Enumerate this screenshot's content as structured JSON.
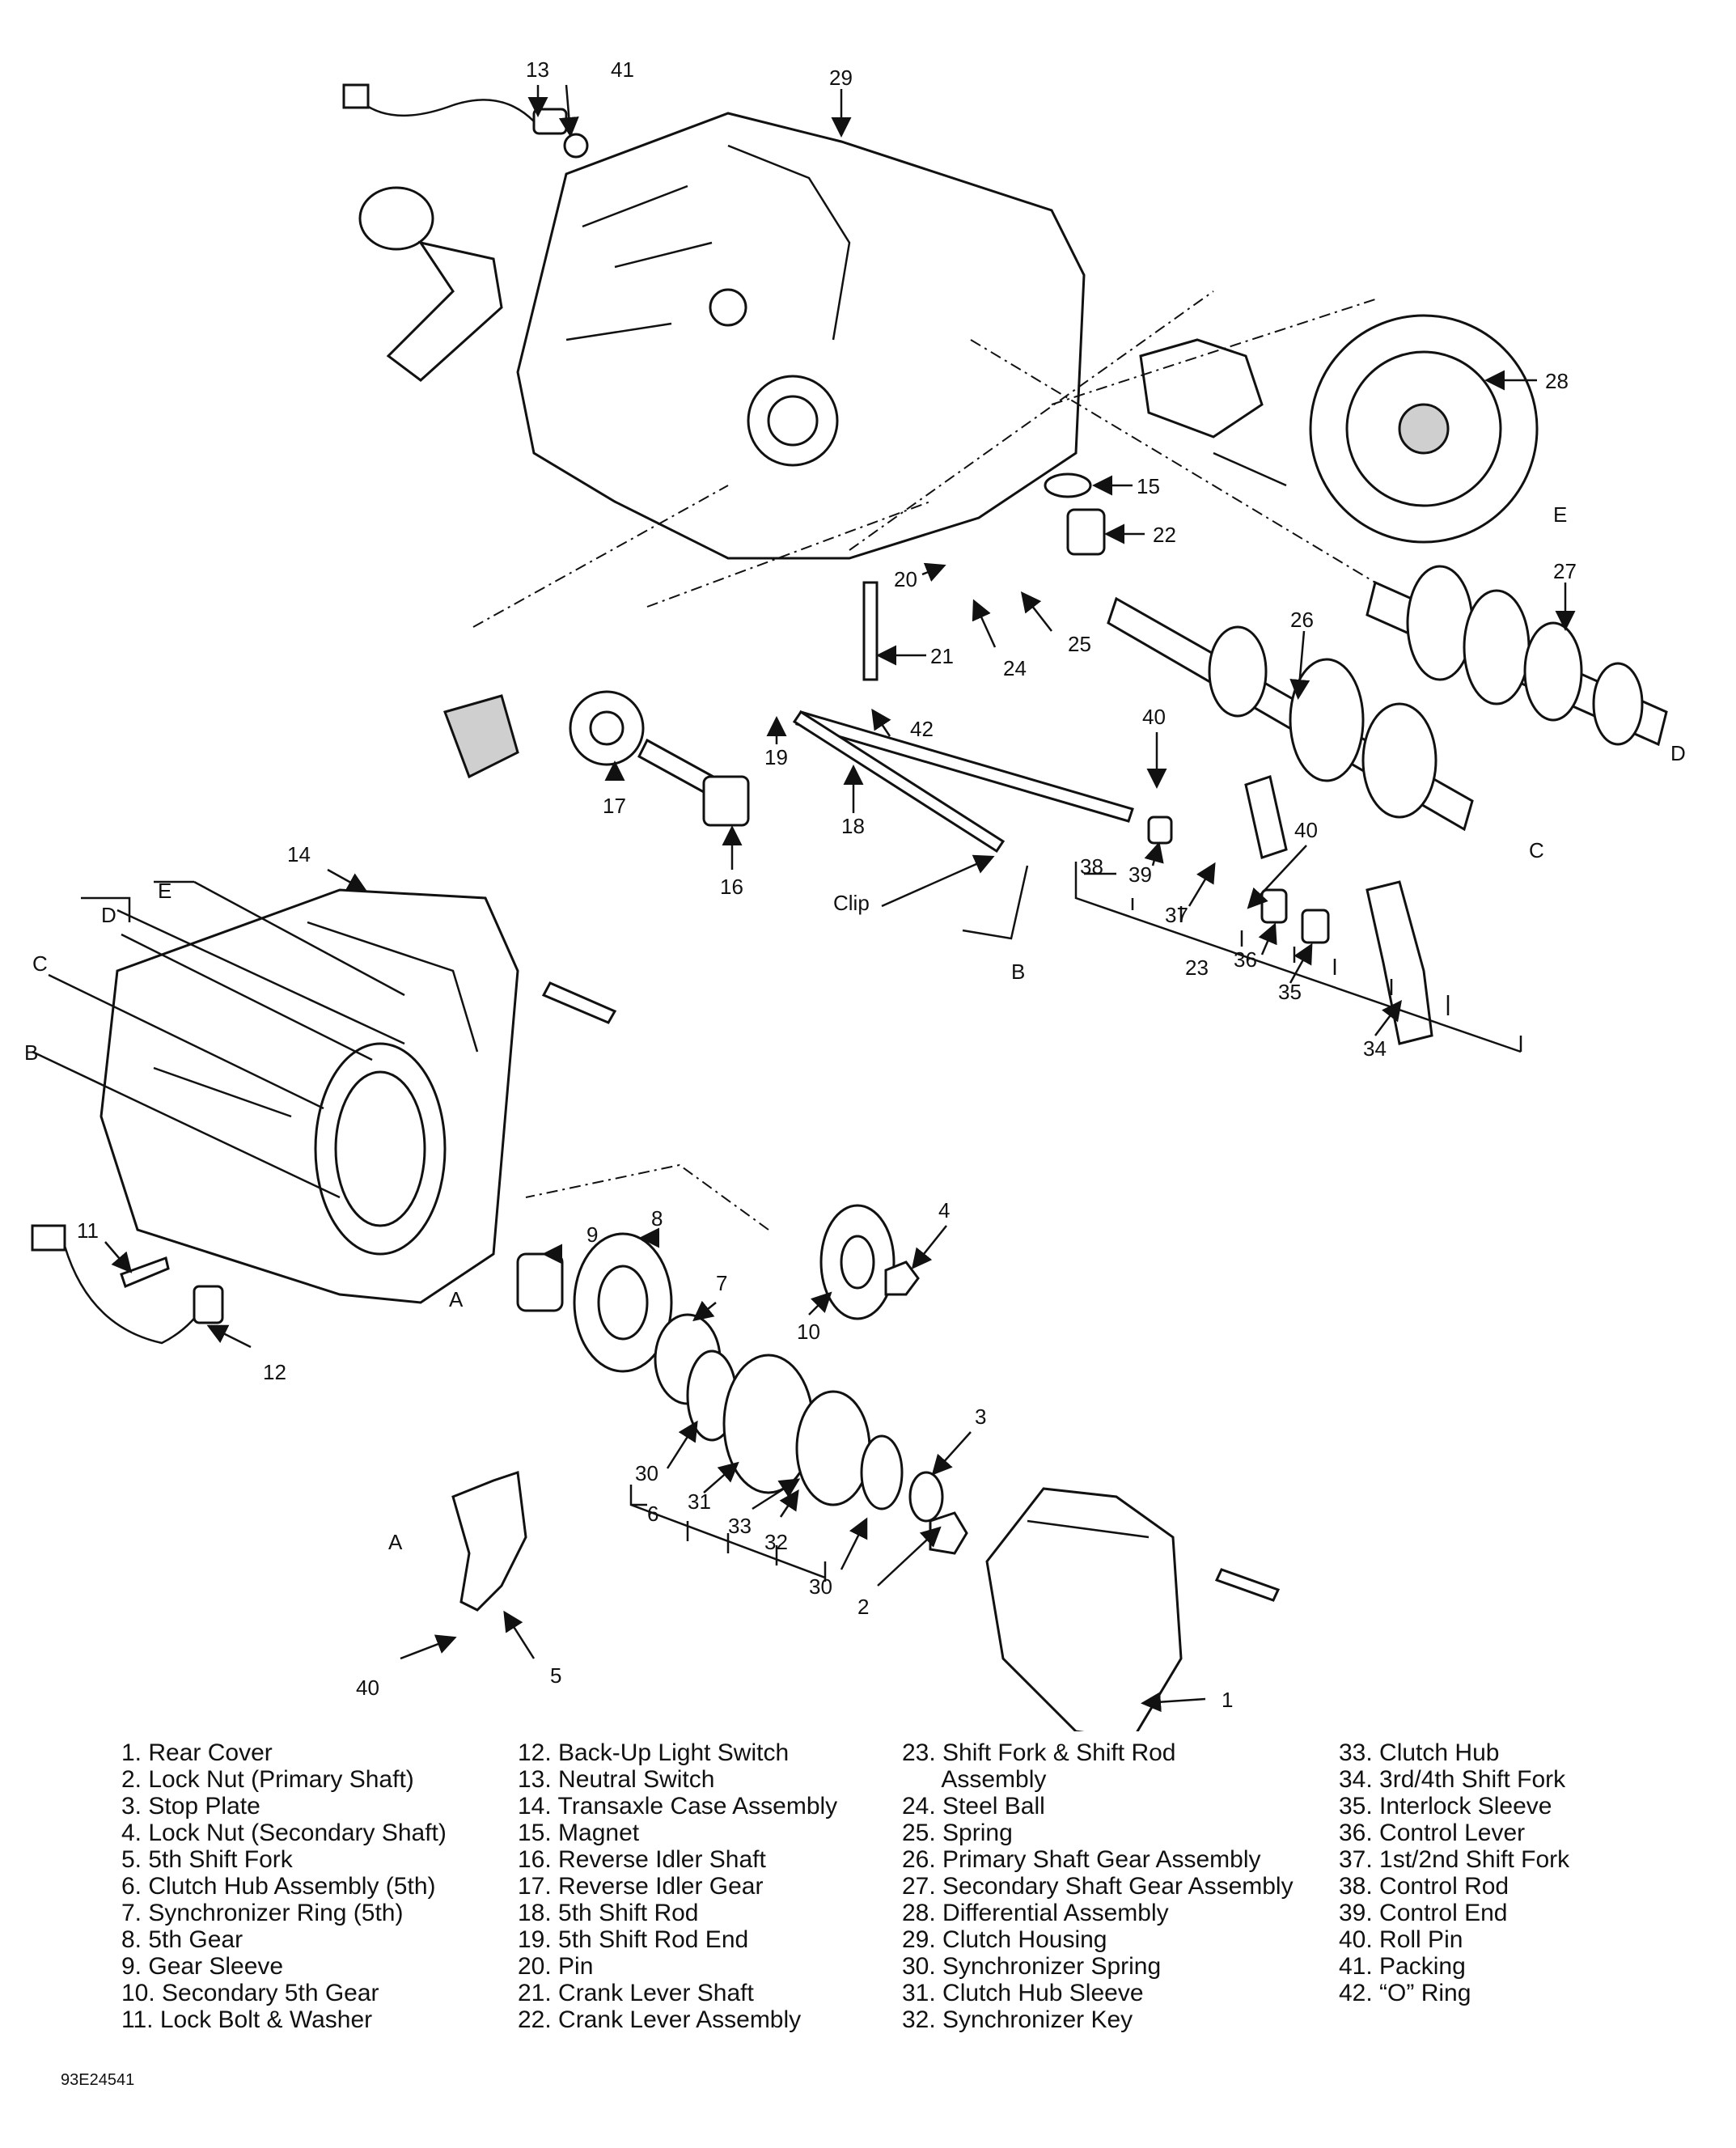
{
  "diagram": {
    "callouts": [
      {
        "id": "1",
        "text": "1"
      },
      {
        "id": "2",
        "text": "2"
      },
      {
        "id": "3",
        "text": "3"
      },
      {
        "id": "4",
        "text": "4"
      },
      {
        "id": "5",
        "text": "5"
      },
      {
        "id": "6",
        "text": "6"
      },
      {
        "id": "7",
        "text": "7"
      },
      {
        "id": "8",
        "text": "8"
      },
      {
        "id": "9",
        "text": "9"
      },
      {
        "id": "10",
        "text": "10"
      },
      {
        "id": "11",
        "text": "11"
      },
      {
        "id": "12",
        "text": "12"
      },
      {
        "id": "13",
        "text": "13"
      },
      {
        "id": "14",
        "text": "14"
      },
      {
        "id": "15",
        "text": "15"
      },
      {
        "id": "16",
        "text": "16"
      },
      {
        "id": "17",
        "text": "17"
      },
      {
        "id": "18",
        "text": "18"
      },
      {
        "id": "19",
        "text": "19"
      },
      {
        "id": "20",
        "text": "20"
      },
      {
        "id": "21",
        "text": "21"
      },
      {
        "id": "22",
        "text": "22"
      },
      {
        "id": "23",
        "text": "23"
      },
      {
        "id": "24",
        "text": "24"
      },
      {
        "id": "25",
        "text": "25"
      },
      {
        "id": "26",
        "text": "26"
      },
      {
        "id": "27",
        "text": "27"
      },
      {
        "id": "28",
        "text": "28"
      },
      {
        "id": "29",
        "text": "29"
      },
      {
        "id": "30a",
        "text": "30"
      },
      {
        "id": "30b",
        "text": "30"
      },
      {
        "id": "31",
        "text": "31"
      },
      {
        "id": "32",
        "text": "32"
      },
      {
        "id": "33",
        "text": "33"
      },
      {
        "id": "34",
        "text": "34"
      },
      {
        "id": "35",
        "text": "35"
      },
      {
        "id": "36",
        "text": "36"
      },
      {
        "id": "37",
        "text": "37"
      },
      {
        "id": "38",
        "text": "38"
      },
      {
        "id": "39",
        "text": "39"
      },
      {
        "id": "40a",
        "text": "40"
      },
      {
        "id": "40b",
        "text": "40"
      },
      {
        "id": "40c",
        "text": "40"
      },
      {
        "id": "41",
        "text": "41"
      },
      {
        "id": "42",
        "text": "42"
      },
      {
        "id": "clip",
        "text": "Clip"
      },
      {
        "id": "A1",
        "text": "A"
      },
      {
        "id": "A2",
        "text": "A"
      },
      {
        "id": "B1",
        "text": "B"
      },
      {
        "id": "B2",
        "text": "B"
      },
      {
        "id": "C1",
        "text": "C"
      },
      {
        "id": "C2",
        "text": "C"
      },
      {
        "id": "D1",
        "text": "D"
      },
      {
        "id": "D2",
        "text": "D"
      },
      {
        "id": "E1",
        "text": "E"
      },
      {
        "id": "E2",
        "text": "E"
      }
    ]
  },
  "legend": {
    "columns": [
      [
        "1. Rear Cover",
        "2. Lock Nut (Primary Shaft)",
        "3. Stop Plate",
        "4. Lock Nut (Secondary Shaft)",
        "5. 5th Shift Fork",
        "6. Clutch Hub Assembly (5th)",
        "7. Synchronizer Ring (5th)",
        "8. 5th Gear",
        "9. Gear Sleeve",
        "10. Secondary 5th Gear",
        "11. Lock Bolt & Washer"
      ],
      [
        "12. Back-Up Light Switch",
        "13. Neutral Switch",
        "14. Transaxle Case Assembly",
        "15. Magnet",
        "16. Reverse Idler Shaft",
        "17. Reverse Idler Gear",
        "18. 5th Shift Rod",
        "19. 5th Shift Rod End",
        "20. Pin",
        "21. Crank Lever Shaft",
        "22. Crank Lever Assembly"
      ],
      [
        "23. Shift Fork & Shift Rod",
        "      Assembly",
        "24. Steel Ball",
        "25. Spring",
        "26. Primary Shaft Gear Assembly",
        "27. Secondary Shaft Gear Assembly",
        "28. Differential Assembly",
        "29. Clutch Housing",
        "30. Synchronizer Spring",
        "31. Clutch Hub Sleeve",
        "32. Synchronizer Key"
      ],
      [
        "33. Clutch Hub",
        "34. 3rd/4th Shift Fork",
        "35. Interlock Sleeve",
        "36. Control Lever",
        "37. 1st/2nd Shift Fork",
        "38. Control Rod",
        "39. Control End",
        "40. Roll Pin",
        "41. Packing",
        "42. “O” Ring"
      ]
    ]
  },
  "figure_id": "93E24541"
}
